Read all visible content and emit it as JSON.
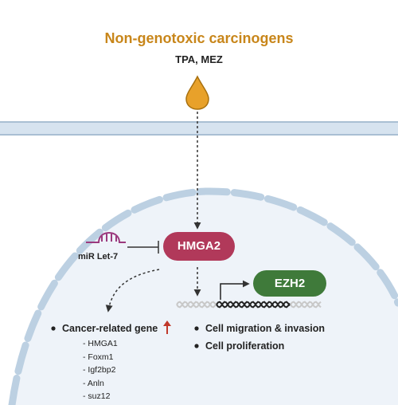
{
  "header": {
    "title": "Non-genotoxic carcinogens",
    "subtitle": "TPA, MEZ"
  },
  "nodes": {
    "mirna": "miR Let-7",
    "hmga2": "HMGA2",
    "ezh2": "EZH2"
  },
  "left_list": {
    "heading": "Cancer-related gene",
    "genes": [
      "- HMGA1",
      "- Foxm1",
      "- Igf2bp2",
      "- Anln",
      "- suz12"
    ]
  },
  "right_list": {
    "items": [
      "Cell migration & invasion",
      "Cell proliferation"
    ]
  },
  "colors": {
    "carcinogen": "#e8a12a",
    "title": "#c8861a",
    "membrane": "#c9d9e8",
    "nucleus": "#e9f0f7",
    "hmga2": "#b1395a",
    "ezh2": "#3f7a3a",
    "mirna": "#9b3a7e",
    "up_arrow": "#c0392b"
  },
  "icons": {
    "drop": "drop-icon",
    "mirna": "mirna-hairpin-icon",
    "dna": "dna-helix-icon",
    "up": "up-arrow-icon"
  }
}
